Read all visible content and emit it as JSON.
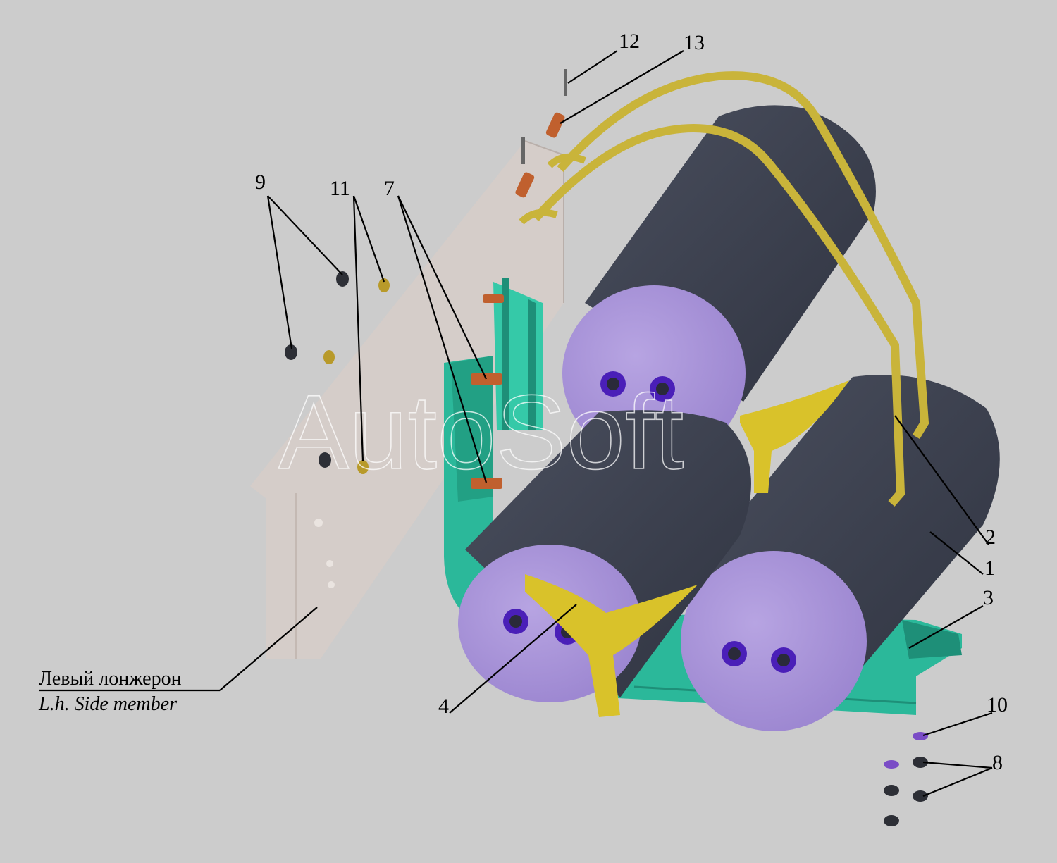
{
  "watermark": "AutoSoft",
  "side_member": {
    "label_ru": "Левый лонжерон",
    "label_en": "L.h. Side member"
  },
  "callouts": [
    "1",
    "2",
    "3",
    "4",
    "7",
    "8",
    "9",
    "10",
    "11",
    "12",
    "13"
  ],
  "colors": {
    "background": "#cccccc",
    "tank_body": "#3b3f4d",
    "tank_end": "#a993d8",
    "port": "#4a1fb8",
    "strap": "#c9b43a",
    "bracket": "#2bb89a",
    "side_member": "#d4cbc6",
    "bolt": "#c0602e"
  }
}
